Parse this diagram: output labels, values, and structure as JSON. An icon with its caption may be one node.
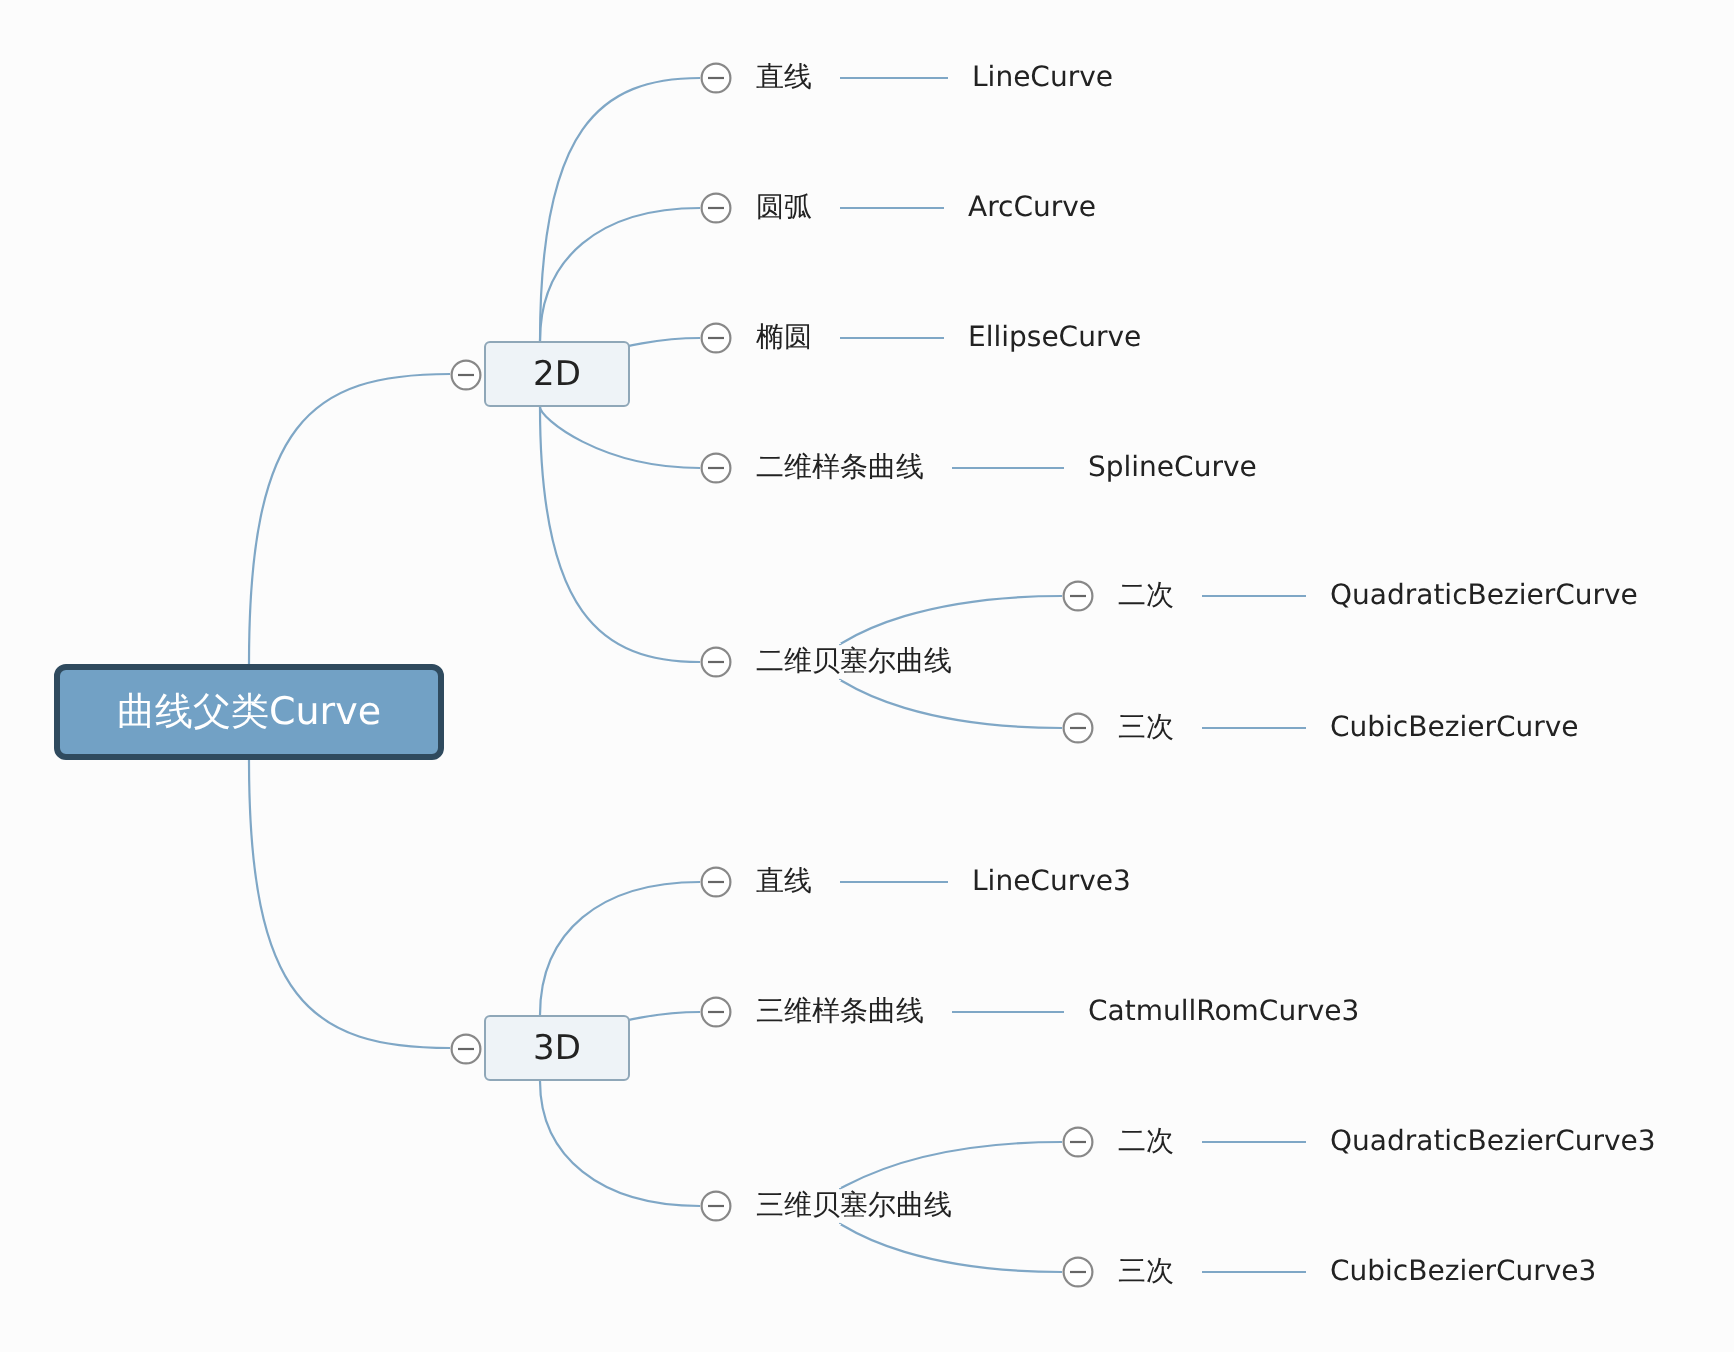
{
  "diagram": {
    "nodes": [
      {
        "text": [
          "曲线父类Curve"
        ]
      },
      {
        "text": [
          "2D"
        ]
      },
      {
        "text": [
          "直线"
        ]
      },
      {
        "text": [
          "LineCurve"
        ]
      },
      {
        "text": [
          "圆弧"
        ]
      },
      {
        "text": [
          "ArcCurve"
        ]
      },
      {
        "text": [
          "椭圆"
        ]
      },
      {
        "text": [
          "EllipseCurve"
        ]
      },
      {
        "text": [
          "二维样条曲线"
        ]
      },
      {
        "text": [
          "SplineCurve"
        ]
      },
      {
        "text": [
          "二维贝塞尔曲线"
        ]
      },
      {
        "text": [
          "二次"
        ]
      },
      {
        "text": [
          "QuadraticBezierCurve"
        ]
      },
      {
        "text": [
          "三次"
        ]
      },
      {
        "text": [
          "CubicBezierCurve"
        ]
      },
      {
        "text": [
          "3D"
        ]
      },
      {
        "text": [
          "直线"
        ]
      },
      {
        "text": [
          "LineCurve3"
        ]
      },
      {
        "text": [
          "三维样条曲线"
        ]
      },
      {
        "text": [
          "CatmullRomCurve3"
        ]
      },
      {
        "text": [
          "三维贝塞尔曲线"
        ]
      },
      {
        "text": [
          "二次"
        ]
      },
      {
        "text": [
          "QuadraticBezierCurve3"
        ]
      },
      {
        "text": [
          "三次"
        ]
      },
      {
        "text": [
          "CubicBezierCurve3"
        ]
      }
    ],
    "edges": [
      {
        "from": 0,
        "to": 1,
        "arrow": "none"
      },
      {
        "from": 1,
        "to": 2,
        "arrow": "none"
      },
      {
        "from": 2,
        "to": 3,
        "arrow": "none"
      },
      {
        "from": 1,
        "to": 4,
        "arrow": "none"
      },
      {
        "from": 4,
        "to": 5,
        "arrow": "none"
      },
      {
        "from": 1,
        "to": 6,
        "arrow": "none"
      },
      {
        "from": 6,
        "to": 7,
        "arrow": "none"
      },
      {
        "from": 1,
        "to": 8,
        "arrow": "none"
      },
      {
        "from": 8,
        "to": 9,
        "arrow": "none"
      },
      {
        "from": 1,
        "to": 10,
        "arrow": "none"
      },
      {
        "from": 10,
        "to": 11,
        "arrow": "none"
      },
      {
        "from": 11,
        "to": 12,
        "arrow": "none"
      },
      {
        "from": 10,
        "to": 13,
        "arrow": "none"
      },
      {
        "from": 13,
        "to": 14,
        "arrow": "none"
      },
      {
        "from": 0,
        "to": 15,
        "arrow": "none"
      },
      {
        "from": 15,
        "to": 16,
        "arrow": "none"
      },
      {
        "from": 16,
        "to": 17,
        "arrow": "none"
      },
      {
        "from": 15,
        "to": 18,
        "arrow": "none"
      },
      {
        "from": 18,
        "to": 19,
        "arrow": "none"
      },
      {
        "from": 15,
        "to": 20,
        "arrow": "none"
      },
      {
        "from": 20,
        "to": 21,
        "arrow": "none"
      },
      {
        "from": 21,
        "to": 22,
        "arrow": "none"
      },
      {
        "from": 20,
        "to": 23,
        "arrow": "none"
      },
      {
        "from": 23,
        "to": 24,
        "arrow": "none"
      }
    ]
  }
}
